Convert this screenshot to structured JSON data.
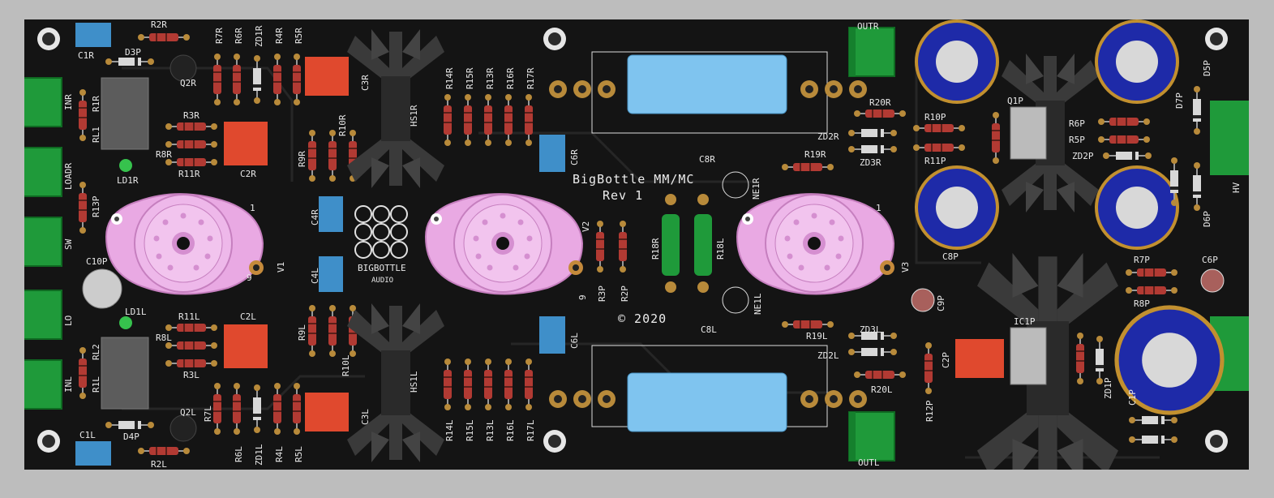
{
  "board": {
    "title": "BigBottle MM/MC",
    "revision": "Rev 1",
    "copyright": "© 2020",
    "logo_text_1": "BIGBOTTLE",
    "logo_text_2": "AUDIO",
    "colors": {
      "pcb": "#141414",
      "connector": "#1f9a3a",
      "resistor": "#b23a33",
      "capacitor_red": "#e0492e",
      "capacitor_blue": "#3f8fc9",
      "socket": "#e9a9e3",
      "electrolytic": "#1e2aa8",
      "film_cap": "#7fc4ef",
      "heatsink": "#3a3a3a"
    }
  },
  "labels": {
    "r2r": "R2R",
    "c1r": "C1R",
    "d3p": "D3P",
    "q2r": "Q2R",
    "inr": "INR",
    "r1r": "R1R",
    "rl1": "RL1",
    "r3r": "R3R",
    "r8r": "R8R",
    "r11r": "R11R",
    "c2r": "C2R",
    "ld1r": "LD1R",
    "loadr": "LOADR",
    "r13p": "R13P",
    "r7r": "R7R",
    "r6r": "R6R",
    "zd1r": "ZD1R",
    "r4r": "R4R",
    "r5r": "R5R",
    "c3r": "C3R",
    "r9r": "R9R",
    "r10r": "R10R",
    "c4r": "C4R",
    "hs1r": "HS1R",
    "r14r": "R14R",
    "r15r": "R15R",
    "r13r": "R13R",
    "r16r": "R16R",
    "r17r": "R17R",
    "c6r": "C6R",
    "outr": "OUTR",
    "c8r": "C8R",
    "r20r": "R20R",
    "zd2r": "ZD2R",
    "zd3r": "ZD3R",
    "r19r": "R19R",
    "ne1r": "NE1R",
    "v1": "V1",
    "v2": "V2",
    "v3": "V3",
    "r3p": "R3P",
    "r2p": "R2P",
    "r18r": "R18R",
    "r18l": "R18L",
    "ne1l": "NE1L",
    "sw": "SW",
    "c10p": "C10P",
    "lo": "LO",
    "ld1l": "LD1L",
    "inl": "INL",
    "rl2": "RL2",
    "r1l": "R1L",
    "r11l": "R11L",
    "r8l": "R8L",
    "r3l": "R3L",
    "c2l": "C2L",
    "c1l": "C1L",
    "d4p": "D4P",
    "q2l": "Q2L",
    "r2l": "R2L",
    "r7l": "R7L",
    "r6l": "R6L",
    "zd1l": "ZD1L",
    "r4l": "R4L",
    "r5l": "R5L",
    "c3l": "C3L",
    "r9l": "R9L",
    "r10l": "R10L",
    "c4l": "C4L",
    "hs1l": "HS1L",
    "r14l": "R14L",
    "r15l": "R15L",
    "r13l": "R13L",
    "r16l": "R16L",
    "r17l": "R17L",
    "c6l": "C6L",
    "c8l": "C8L",
    "outl": "OUTL",
    "r19l": "R19L",
    "zd3l": "ZD3L",
    "zd2l": "ZD2L",
    "r20l": "R20L",
    "r10p": "R10P",
    "r11p": "R11P",
    "q1p": "Q1P",
    "r6p": "R6P",
    "r5p": "R5P",
    "zd2p": "ZD2P",
    "d7p": "D7P",
    "d5p": "D5P",
    "d6p": "D6P",
    "hv": "HV",
    "c8p": "C8P",
    "r7p": "R7P",
    "r8p": "R8P",
    "c6p": "C6P",
    "c9p": "C9P",
    "ic1p": "IC1P",
    "c2p": "C2P",
    "r12p": "R12P",
    "zd1p": "ZD1P",
    "c1p": "C1P",
    "pin1": "1",
    "pin9": "9"
  }
}
